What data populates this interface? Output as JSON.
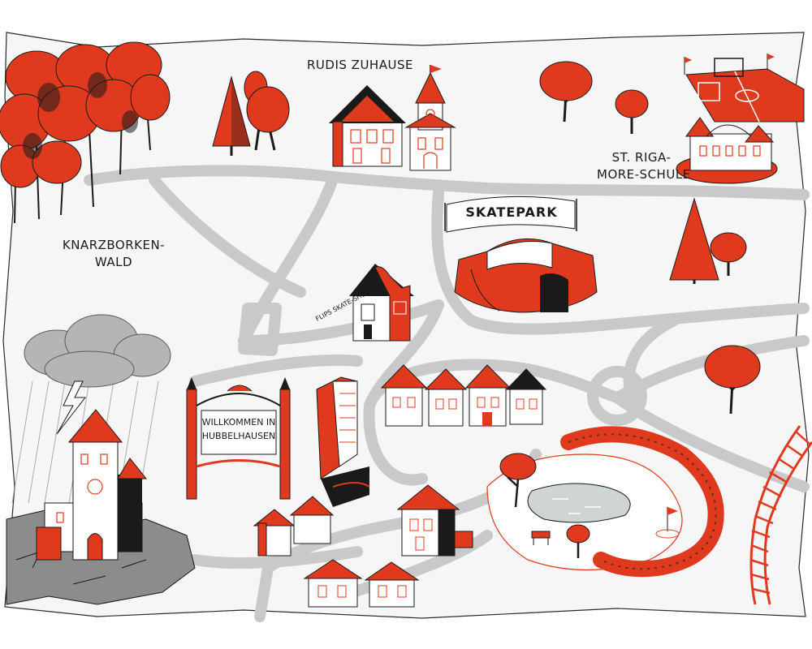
{
  "map": {
    "colors": {
      "paper": "#f6f6f6",
      "road": "#c9c9c9",
      "accent_red": "#e03a1e",
      "ink": "#1a1a1a",
      "storm_gray": "#8c8c8c",
      "pond": "#cfd4d4"
    },
    "labels": {
      "rudis_zuhause": "RUDIS ZUHAUSE",
      "schule_line1": "ST. RIGA-",
      "schule_line2": "MORE-SCHULE",
      "wald_line1": "KNARZBORKEN-",
      "wald_line2": "WALD",
      "skatepark": "SKATEPARK",
      "skate_shop": "FLIPS SKATE-SHOP",
      "welcome_line1": "WILLKOMMEN IN",
      "welcome_line2": "HUBBELHAUSEN"
    },
    "icons": {
      "forest": "red-forest-icon",
      "storm": "storm-cloud-icon",
      "railway": "railway-track-icon",
      "soccer": "soccer-field-icon",
      "pond": "pond-icon",
      "castle": "haunted-castle-icon"
    }
  }
}
